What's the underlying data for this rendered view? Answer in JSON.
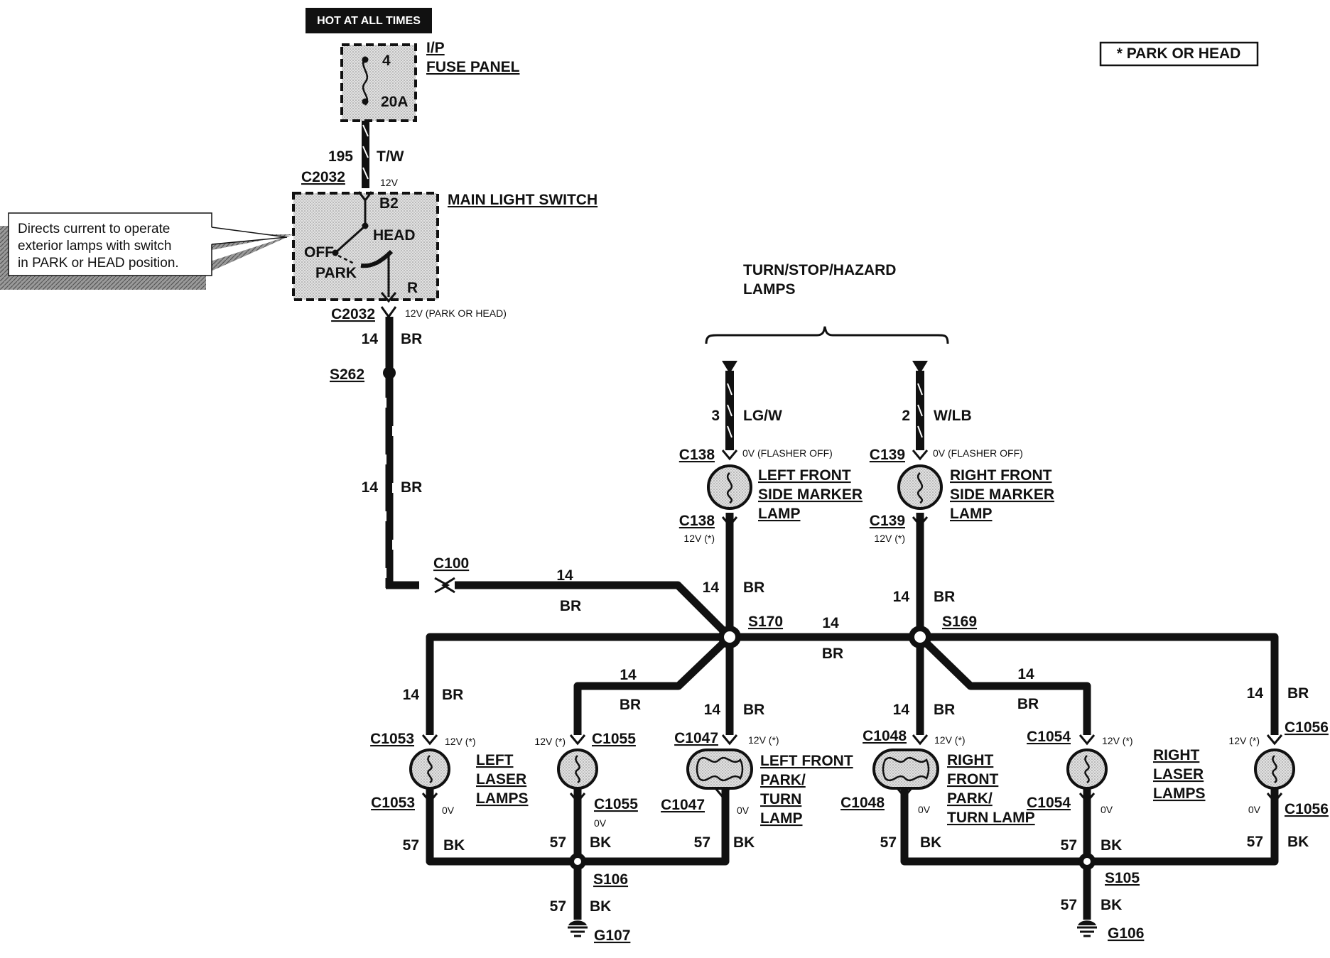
{
  "hot_label": "HOT AT ALL TIMES",
  "legend": "*  PARK OR HEAD",
  "fuse": {
    "title1": "I/P",
    "title2": "FUSE PANEL",
    "number": "4",
    "rating": "20A"
  },
  "fuse_wire": {
    "circuit": "195",
    "color": "T/W"
  },
  "switch": {
    "connector": "C2032",
    "voltage_in": "12V",
    "terminal_in": "B2",
    "title": "MAIN LIGHT SWITCH",
    "pos_head": "HEAD",
    "pos_off": "OFF",
    "pos_park": "PARK",
    "terminal_out": "R",
    "voltage_out": "12V (PARK OR HEAD)"
  },
  "callout": {
    "line1": "Directs current to operate",
    "line2": "exterior lamps with switch",
    "line3": "in PARK or HEAD position."
  },
  "wire_br": {
    "gauge": "14",
    "color": "BR"
  },
  "splices": {
    "s262": "S262",
    "s170": "S170",
    "s169": "S169",
    "s106": "S106",
    "s105": "S105"
  },
  "c100": "C100",
  "turn_title": {
    "line1": "TURN/STOP/HAZARD",
    "line2": "LAMPS"
  },
  "turn_left": {
    "circuit": "3",
    "color": "LG/W"
  },
  "turn_right": {
    "circuit": "2",
    "color": "W/LB"
  },
  "voltages": {
    "flasher_off": "0V (FLASHER OFF)",
    "twelve_star": "12V (*)",
    "zero": "0V"
  },
  "connectors": {
    "c138": "C138",
    "c139": "C139",
    "c1053": "C1053",
    "c1055": "C1055",
    "c1047": "C1047",
    "c1048": "C1048",
    "c1054": "C1054",
    "c1056": "C1056"
  },
  "lamps": {
    "lf_side": [
      "LEFT FRONT",
      "SIDE MARKER",
      "LAMP"
    ],
    "rf_side": [
      "RIGHT FRONT",
      "SIDE MARKER",
      "LAMP"
    ],
    "left_laser": [
      "LEFT",
      "LASER",
      "LAMPS"
    ],
    "right_laser": [
      "RIGHT",
      "LASER",
      "LAMPS"
    ],
    "lf_park": [
      "LEFT FRONT",
      "PARK/",
      "TURN",
      "LAMP"
    ],
    "rf_park": [
      "RIGHT",
      "FRONT",
      "PARK/",
      "TURN LAMP"
    ]
  },
  "ground_wire": {
    "gauge": "57",
    "color": "BK"
  },
  "grounds": {
    "g107": "G107",
    "g106": "G106"
  }
}
